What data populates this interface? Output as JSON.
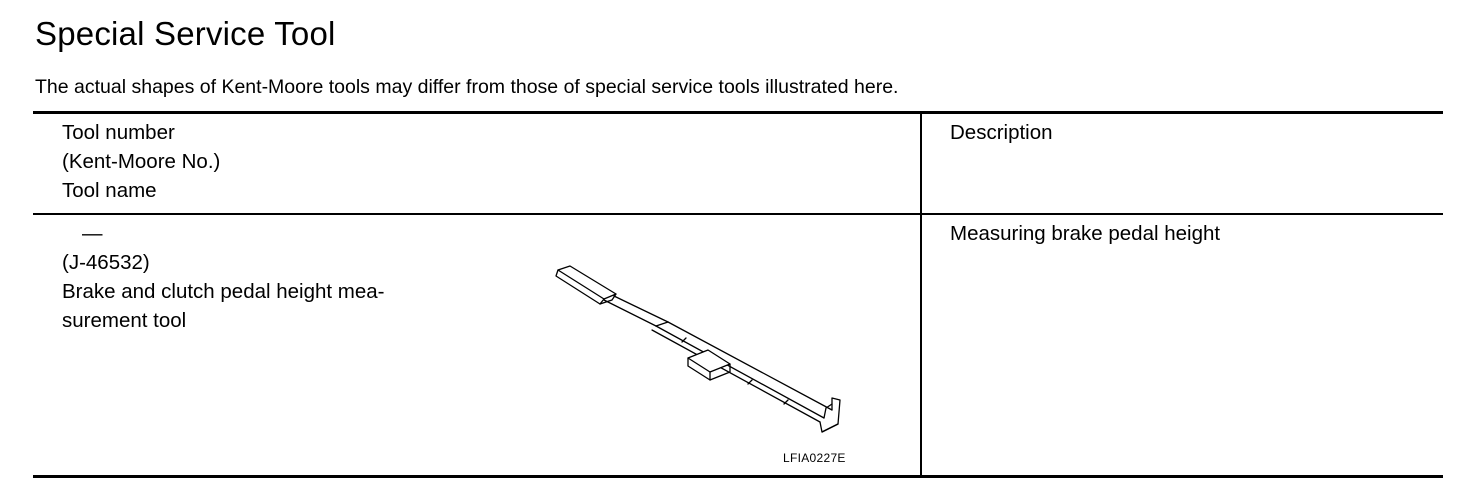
{
  "page": {
    "title": "Special Service Tool",
    "note": "The actual shapes of Kent-Moore tools may differ from those of special service tools illustrated here."
  },
  "table": {
    "header": {
      "left_lines": [
        "Tool number",
        "(Kent-Moore No.)",
        "Tool name"
      ],
      "right": "Description"
    },
    "rows": [
      {
        "tool_number": "—",
        "kent_moore_no": "(J-46532)",
        "tool_name_lines": [
          "Brake and clutch pedal height mea-",
          "surement tool"
        ],
        "figure_code": "LFIA0227E",
        "description": "Measuring brake pedal height"
      }
    ]
  }
}
